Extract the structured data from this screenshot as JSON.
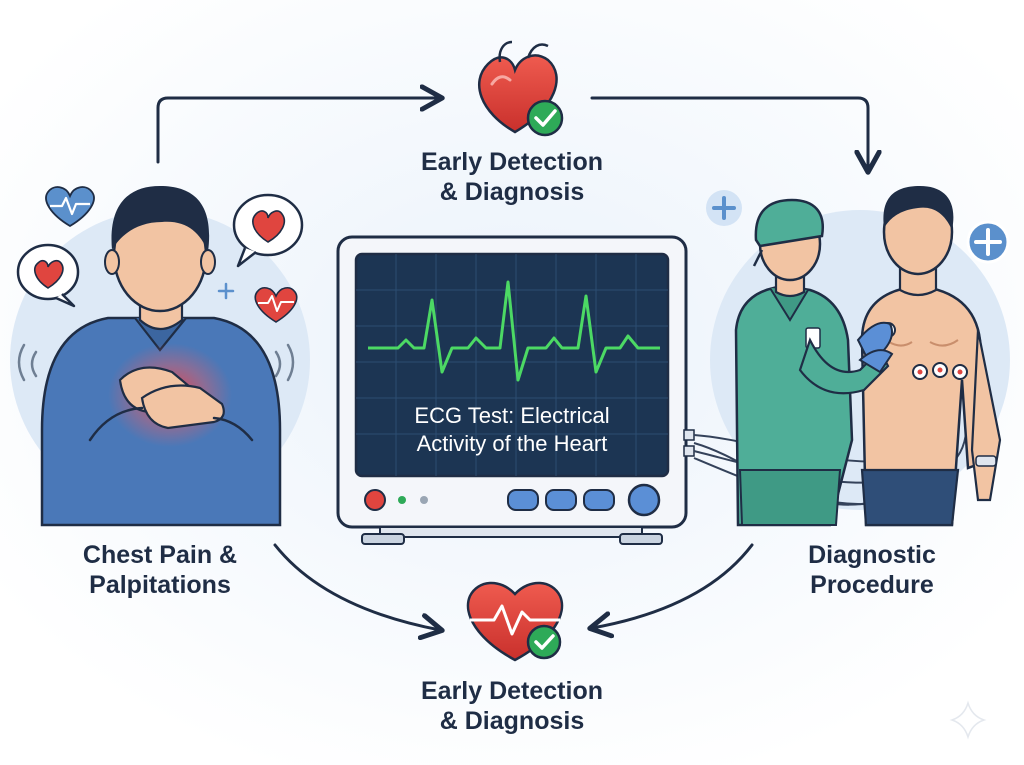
{
  "labels": {
    "top": {
      "line1": "Early Detection",
      "line2": "& Diagnosis"
    },
    "left": {
      "line1": "Chest Pain &",
      "line2": "Palpitations"
    },
    "right": {
      "line1": "Diagnostic",
      "line2": "Procedure"
    },
    "bottom": {
      "line1": "Early Detection",
      "line2": "& Diagnosis"
    }
  },
  "monitor": {
    "caption_line1": "ECG Test: Electrical",
    "caption_line2": "Activity of the Heart"
  },
  "colors": {
    "ink": "#1f2d45",
    "heart_red": "#e0453f",
    "check_green": "#2eaa58",
    "ecg_green": "#4cd964",
    "screen_navy": "#1c3553",
    "shirt_blue": "#4a78b8",
    "scrubs_teal": "#4fae98",
    "skin": "#f2c4a3"
  },
  "icons": {
    "top": "heart-check-icon",
    "bottom": "heart-pulse-check-icon",
    "left": "chest-pain-patient-illustration",
    "right": "ecg-procedure-illustration",
    "center": "ecg-monitor-illustration"
  }
}
